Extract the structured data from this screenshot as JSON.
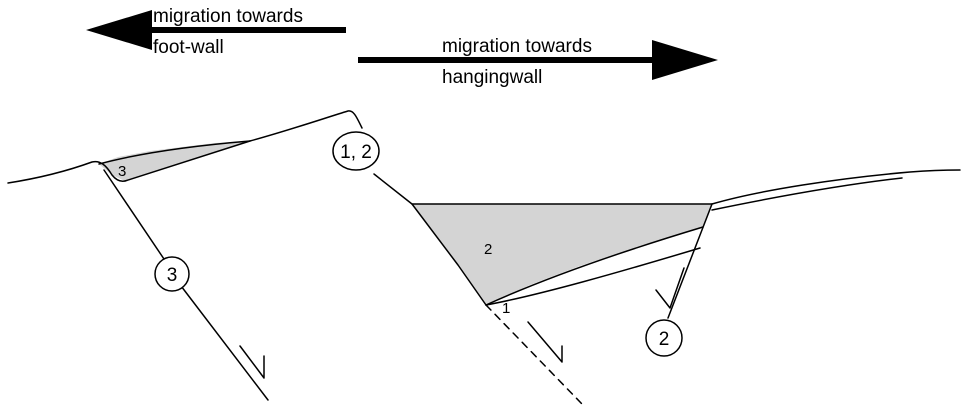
{
  "arrows": {
    "footwall": {
      "line1": "migration towards",
      "line2": "foot-wall"
    },
    "hangingwall": {
      "line1": "migration towards",
      "line2": "hangingwall"
    }
  },
  "fault_labels": {
    "fault_12": "1, 2",
    "fault_3": "3",
    "fault_2": "2"
  },
  "wedge_labels": {
    "wedge_3": "3",
    "wedge_2": "2",
    "wedge_1": "1"
  },
  "colors": {
    "line": "#000000",
    "fill": "#d4d4d4",
    "background": "#ffffff"
  }
}
